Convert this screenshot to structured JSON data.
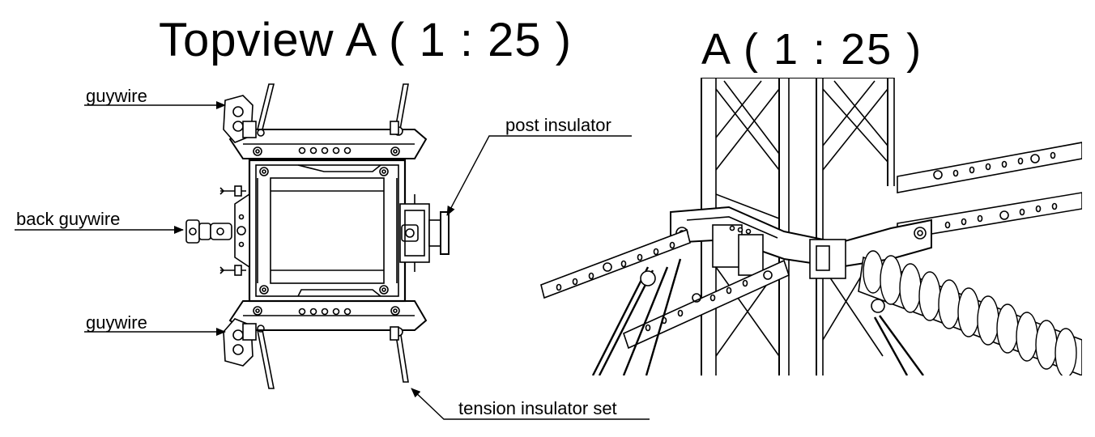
{
  "titles": {
    "topview": "Topview A ( 1 : 25 )",
    "detail": "A ( 1 : 25 )"
  },
  "labels": {
    "guywire_top": "guywire",
    "back_guywire": "back guywire",
    "guywire_bottom": "guywire",
    "post_insulator": "post insulator",
    "tension_insulator_set": "tension insulator set"
  },
  "colors": {
    "line": "#000000",
    "background": "#ffffff"
  }
}
